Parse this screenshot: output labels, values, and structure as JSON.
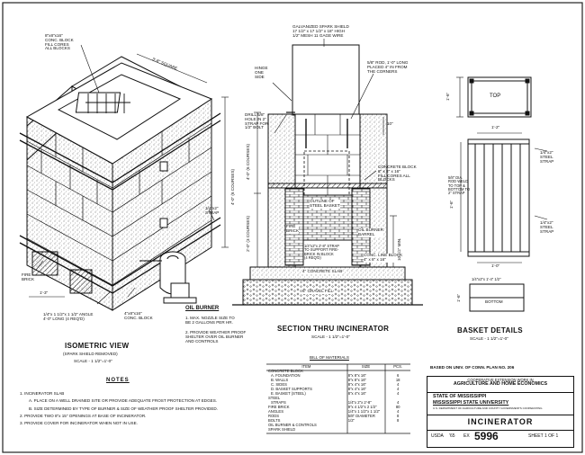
{
  "isometric": {
    "conc_block_note": [
      "8\"x8\"x16\"",
      "CONC. BLOCK",
      "FILL CORES",
      "ALL BLOCKS"
    ],
    "square": "3'-8\" SQUARE",
    "height": "4'-0\" (6 COURSES)",
    "strap": [
      "1/4\"x2\"",
      "STRAP"
    ],
    "fire_brick": [
      "FIRE",
      "BRICK"
    ],
    "width": "1'-3\"",
    "angle": [
      "1/4\"x 1 1/2\"x 1 1/2\" ANGLE",
      "4'-0\" LONG (4 REQ'D)"
    ],
    "conc_block_bottom": [
      "4\"x8\"x16\"",
      "CONC. BLOCK"
    ],
    "title": "ISOMETRIC  VIEW",
    "subtitle": "(SPARK SHIELD REMOVED)",
    "scale": "SCALE - 1 1/2\"=1'-0\""
  },
  "oil_burner": {
    "title": "OIL BURNER",
    "note1": [
      "1. MAX. NOZZLE SIZE TO",
      "BE 2 GALLONS PER HR."
    ],
    "note2": [
      "2. PROVIDE WEATHER PROOF",
      "SHELTER OVER OIL BURNER",
      "AND CONTROLS"
    ]
  },
  "section": {
    "spark_shield": [
      "GALVANIZED SPARK SHIELD",
      "17 1/2\" x 17 1/2\" x 18\" HIGH",
      "1/2\" MESH 11 GAGE WIRE"
    ],
    "hinge": [
      "HINGE",
      "ONE",
      "SIDE"
    ],
    "rod": [
      "5/8\" ROD, 1'-0\" LONG",
      "PLACED 4\" IN FROM",
      "THE CORNERS"
    ],
    "drill": [
      "DRILL 5/8\"",
      "HOLE IN 2\"",
      "STRAP FOR",
      "1/2\" BOLT"
    ],
    "concrete_block": [
      "CONCRETE BLOCK",
      "8\" x 8\" x 16\"",
      "FILL CORES ALL",
      "BLOCKS"
    ],
    "outline": [
      "OUTLINE OF",
      "STEEL BASKET"
    ],
    "fire_brick": [
      "FIRE",
      "BRICK"
    ],
    "oil_burner_barrel": [
      "OIL BURNER",
      "BARREL"
    ],
    "strap_support": [
      "1/4\"x2\"x 2'-8\" STRAP",
      "TO SUPPORT FIRE-",
      "BRICK IN BLOCK",
      "(4 REQ'D)"
    ],
    "conc_line_block": [
      "CONC. LINE BLOCK",
      "4\" x 8\" x 16\""
    ],
    "slab": "4\" CONCRETE SLAB",
    "gravel": "6\" GRAVEL FILL",
    "dim_upper": "4'-0\" (6 COURSES)",
    "dim_lower": "2'-0\" (3 COURSES)",
    "dim_min": "10 1/2\" MIN.",
    "dim_top": "10\"",
    "title": "SECTION  THRU  INCINERATOR",
    "scale": "SCALE - 1 1/2\"=1'-0\""
  },
  "basket": {
    "top": "TOP",
    "bottom": "BOTTOM",
    "dim_top": "1'-6\"",
    "dim_mid": "1'-2\"",
    "dim_side": "1'-6\"",
    "dim_base": "1'-0\"",
    "dim_bottom_w": "1'-6\"",
    "steel_strap_top": [
      "1/4\"x2\"",
      "STEEL",
      "STRAP"
    ],
    "rod": [
      "5/8\" DIA.",
      "ROD WELD",
      "TO TOP &",
      "BOTTOM TO",
      "2\" STRAP"
    ],
    "steel_strap_side": [
      "1/4\"x2\"",
      "STEEL",
      "STRAP"
    ],
    "bottom_strap": "1/4\"x2\"x 1'-4\" 1/2\"",
    "title": "BASKET  DETAILS",
    "scale": "SCALE - 1 1/2\"=1'-0\""
  },
  "notes": {
    "title": "NOTES",
    "lines": [
      "1.  INCINERATOR SLAB",
      "A. PLACE ON A WELL DRAINED SITE OR PROVIDE ADEQUATE FROST PROTECTION AT EDGES.",
      "B. SIZE DETERMINED BY TYPE OF BURNER & SIZE OF WEATHER PROOF SHELTER PROVIDED.",
      "2.  PROVIDE TWO 8\"x 15\" OPENINGS AT BASE OF INCINERATOR.",
      "3.  PROVIDE COVER FOR INCINERATOR WHEN NOT IN USE."
    ]
  },
  "bom": {
    "title": "BILL OF MATERIALS",
    "headers": [
      "ITEM",
      "SIZE",
      "PCS."
    ],
    "rows": [
      [
        "CONCRETE BLOCK",
        "",
        ""
      ],
      [
        "A.  FOUNDATION",
        "8\"x 8\"x 16\"",
        "6"
      ],
      [
        "B.  WALLS",
        "8\"x 8\"x 16\"",
        "18"
      ],
      [
        "C.  SIDES",
        "8\"x 4\"x 16\"",
        "4"
      ],
      [
        "D.  BASKET SUPPORTS",
        "8\"x 4\"x 16\"",
        "4"
      ],
      [
        "E.  BASKET (STEEL)",
        "8\"x 4\"x 16\"",
        "4"
      ],
      [
        "STEEL",
        "",
        ""
      ],
      [
        "STRAPS",
        "1/4\"x 2\"x 2'-8\"",
        "4"
      ],
      [
        "FIRE BRICK",
        "9\"x 4 1/2\"x 2 1/2\"",
        "80"
      ],
      [
        "ANGLES",
        "1/4\"x 1 1/2\"x 1 1/2\"",
        "4"
      ],
      [
        "RODS",
        "5/8\" DIAMETER",
        "8"
      ],
      [
        "BOLTS",
        "1/2\"",
        "8"
      ],
      [
        "OIL BURNER & CONTROLS",
        "",
        ""
      ],
      [
        "SPARK SHIELD",
        "",
        ""
      ]
    ]
  },
  "based_on": "BASED ON UNIV. OF CONN. PLAN NO. 206",
  "title_block": {
    "coop": [
      "COOPERATIVE EXTENSION WORK IN",
      "AGRICULTURE AND HOME ECONOMICS"
    ],
    "state": "STATE OF MISSISSIPPI",
    "univ": "MISSISSIPPI STATE UNIVERSITY",
    "usda_line": "U.S. DEPARTMENT OF AGRICULTURE AND COUNTY GOVERNMENTS COOPERATING",
    "name": "INCINERATOR",
    "usda": "USDA",
    "year": "'65",
    "plan_prefix": "EX",
    "plan_no": "5996",
    "sheet": "SHEET 1 OF 1"
  }
}
